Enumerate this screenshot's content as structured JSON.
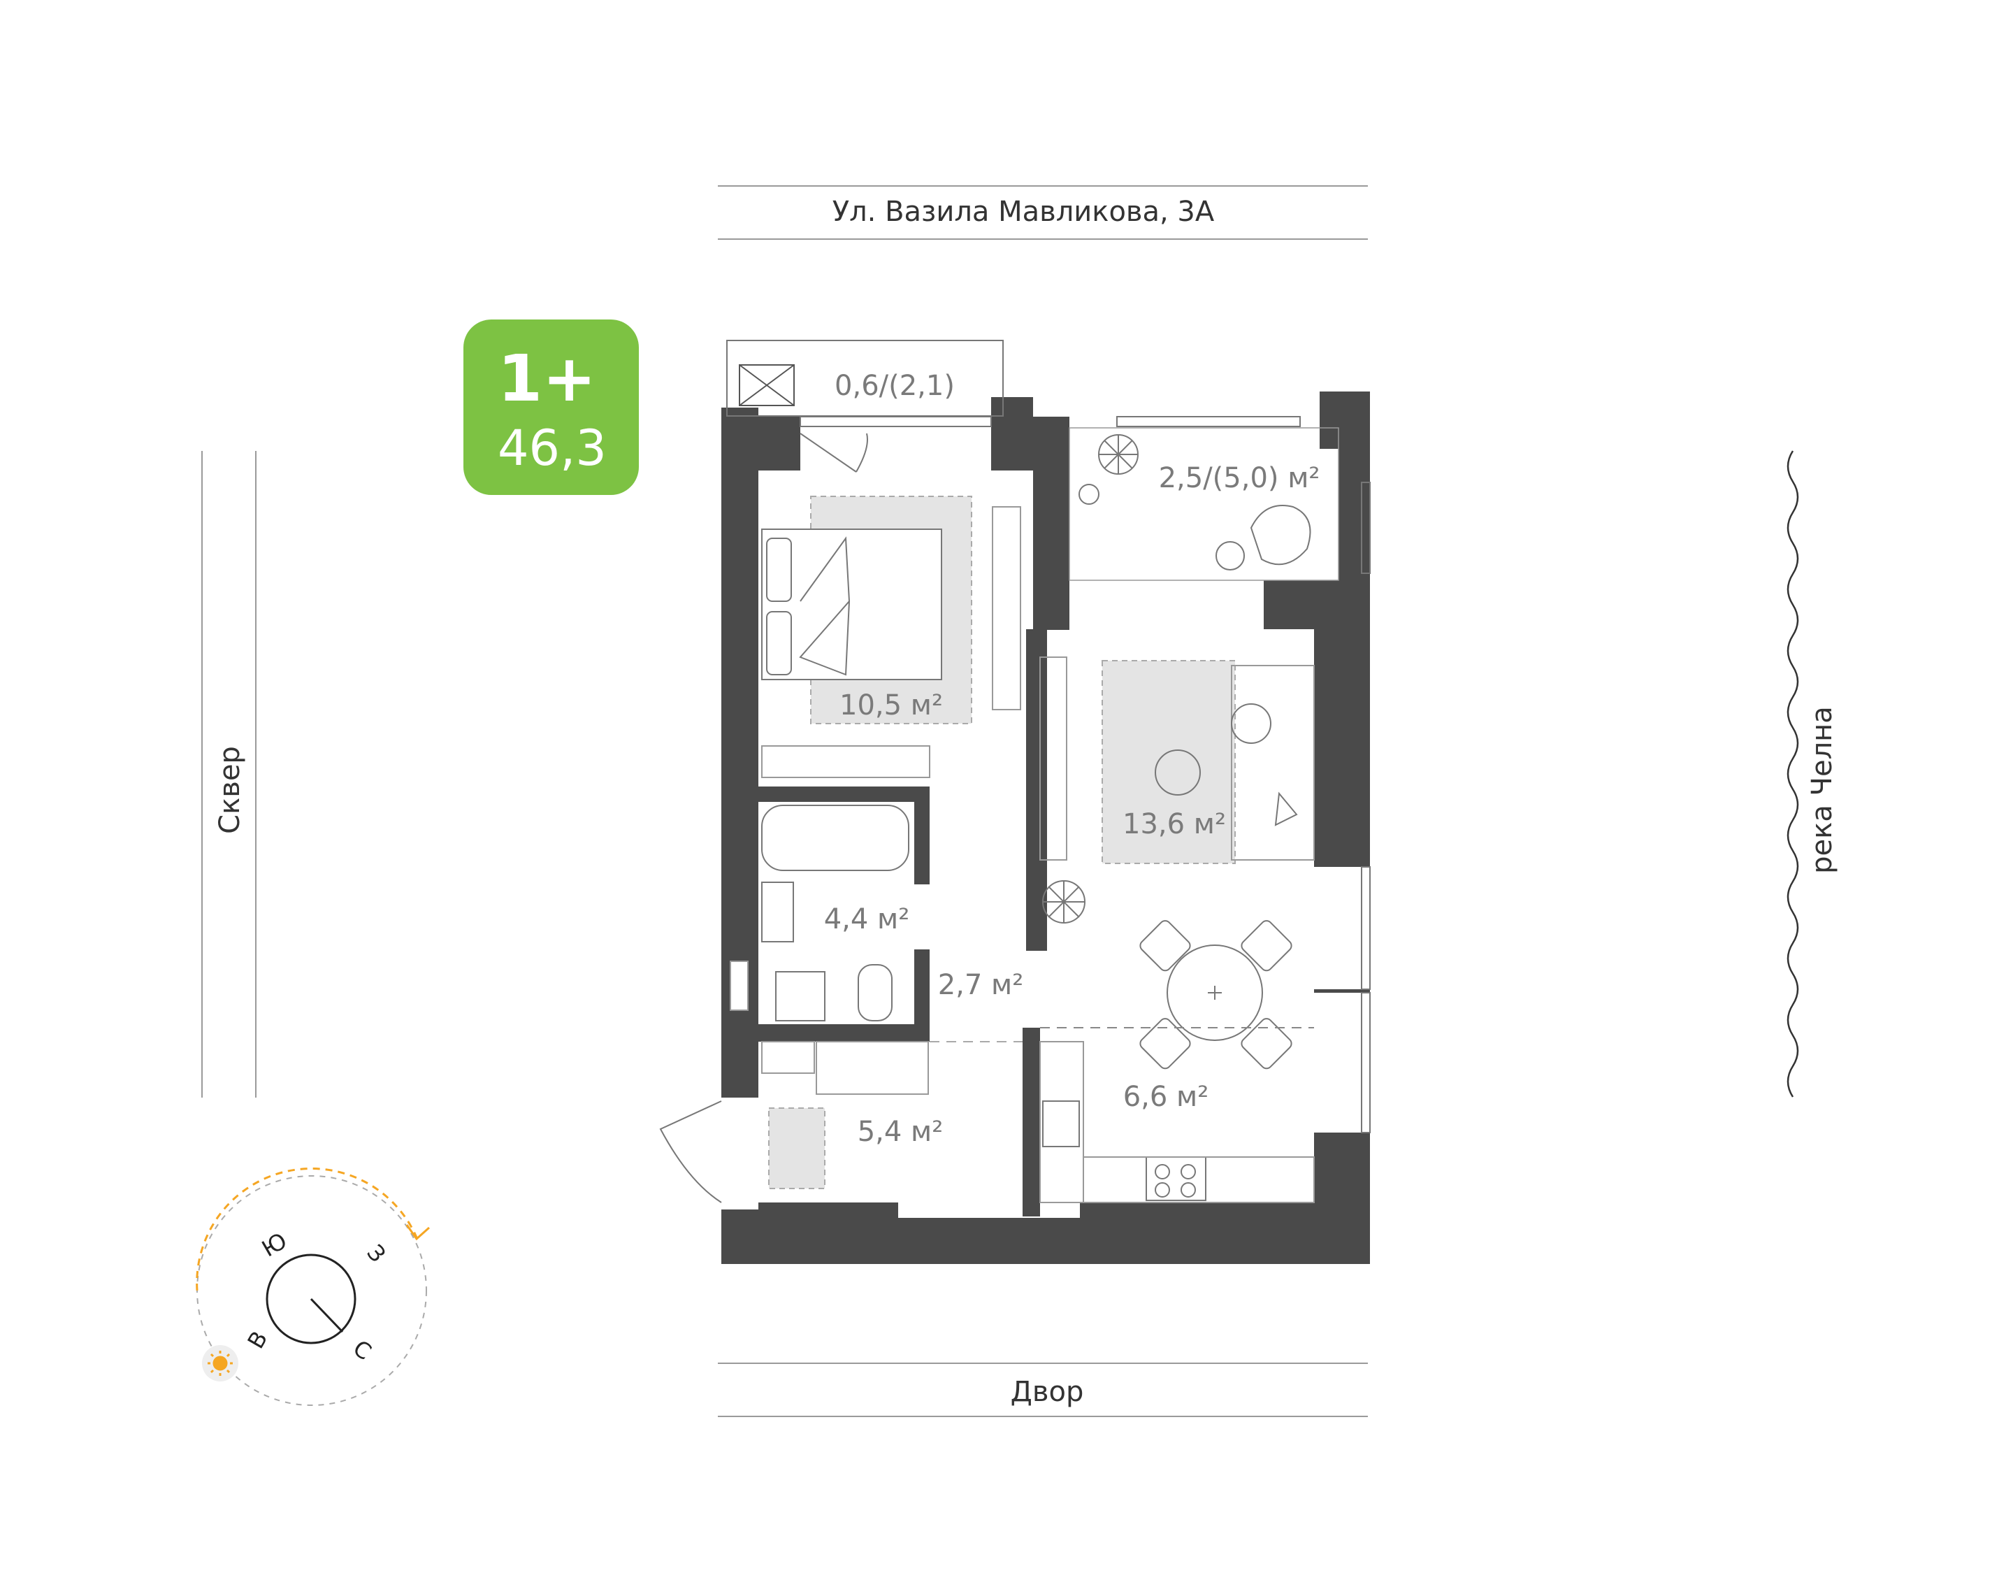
{
  "badge": {
    "type": "1+",
    "area": "46,3",
    "color": "#7DC243"
  },
  "streets": {
    "top": "Ул. Вазила Мавликова, 3А",
    "bottom": "Двор",
    "left": "Сквер",
    "right": "река Челна"
  },
  "rooms": {
    "balcony": "0,6/(2,1)",
    "loggia": "2,5/(5,0) м²",
    "bedroom": "10,5 м²",
    "living": "13,6 м²",
    "bathroom": "4,4 м²",
    "corridor": "2,7 м²",
    "hall": "5,4 м²",
    "kitchen": "6,6 м²"
  },
  "compass": {
    "south": "Ю",
    "west": "З",
    "east": "В",
    "north": "С"
  },
  "colors": {
    "wall": "#4a4a4a",
    "label": "#7a7a7a",
    "rug": "#e4e4e4",
    "sun": "#F5A623"
  }
}
